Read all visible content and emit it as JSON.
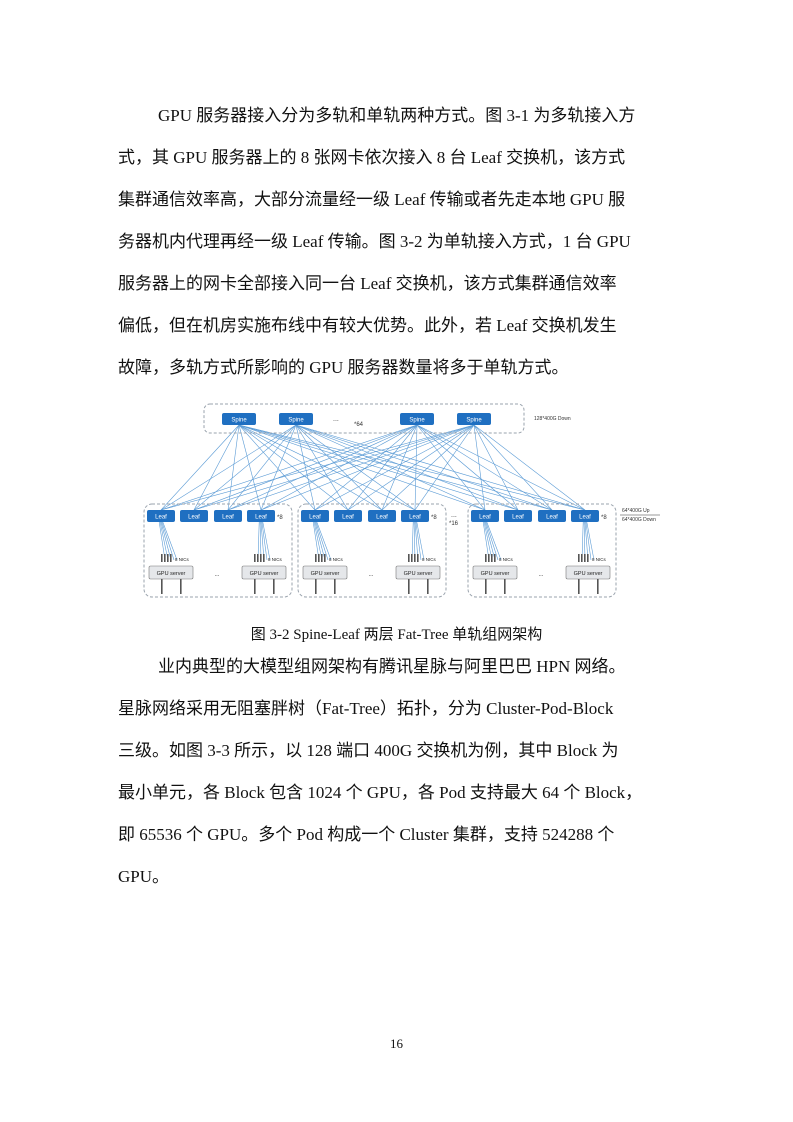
{
  "paragraph1": [
    "GPU 服务器接入分为多轨和单轨两种方式。图 3-1 为多轨接入方",
    "式，其 GPU 服务器上的 8 张网卡依次接入 8 台 Leaf 交换机，该方式",
    "集群通信效率高，大部分流量经一级 Leaf 传输或者先走本地 GPU 服",
    "务器机内代理再经一级 Leaf 传输。图 3-2 为单轨接入方式，1 台 GPU",
    "服务器上的网卡全部接入同一台 Leaf 交换机，该方式集群通信效率",
    "偏低，但在机房实施布线中有较大优势。此外，若 Leaf 交换机发生",
    "故障，多轨方式所影响的 GPU 服务器数量将多于单轨方式。"
  ],
  "figure": {
    "spine_label": "Spine",
    "spine_count": "*64",
    "spine_ellipsis": "...",
    "spine_note": "128*400G Down",
    "leaf_label": "Leaf",
    "leaf_group_count": "*8",
    "group_count": "*16",
    "group_ellipsis": "...",
    "leaf_note_up": "64*400G Up",
    "leaf_note_down": "64*400G Down",
    "nic_label": "8 NICs",
    "server_label": "GPU server",
    "server_ellipsis": "..."
  },
  "caption": "图 3-2 Spine-Leaf 两层 Fat-Tree 单轨组网架构",
  "paragraph2": [
    "业内典型的大模型组网架构有腾讯星脉与阿里巴巴 HPN 网络。",
    "星脉网络采用无阻塞胖树（Fat-Tree）拓扑，分为 Cluster-Pod-Block",
    "三级。如图 3-3 所示，以 128 端口 400G 交换机为例，其中 Block 为",
    "最小单元，各 Block 包含 1024 个 GPU，各 Pod 支持最大 64 个 Block，",
    "即 65536 个 GPU。多个 Pod 构成一个 Cluster 集群，支持 524288 个",
    "GPU。"
  ],
  "page_number": "16",
  "colors": {
    "switch_fill": "#1f6fc1",
    "link_line": "#5b9bd5",
    "dash_border": "#9aa3ad"
  }
}
